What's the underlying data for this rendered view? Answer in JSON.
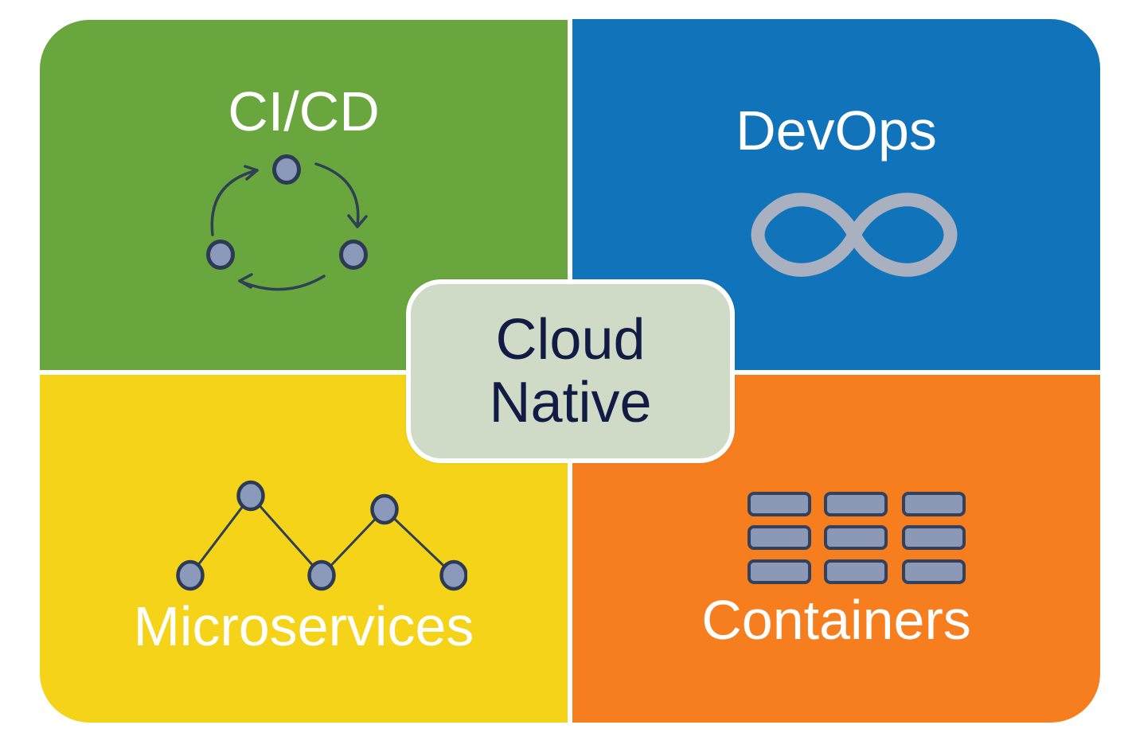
{
  "diagram": {
    "title": "Cloud Native",
    "center_badge": {
      "line1": "Cloud",
      "line2": "Native",
      "background": "#CFDAC7",
      "border_color": "#FFFFFF",
      "text_color": "#121B44"
    },
    "quadrants": [
      {
        "id": "cicd",
        "label": "CI/CD",
        "color": "#69A73E",
        "icon": "cycle-arrows-icon",
        "position": "top-left"
      },
      {
        "id": "devops",
        "label": "DevOps",
        "color": "#1173B9",
        "icon": "infinity-icon",
        "position": "top-right"
      },
      {
        "id": "microservices",
        "label": "Microservices",
        "color": "#F5D319",
        "icon": "network-nodes-icon",
        "position": "bottom-left"
      },
      {
        "id": "containers",
        "label": "Containers",
        "color": "#F67E1F",
        "icon": "container-grid-icon",
        "position": "bottom-right"
      }
    ],
    "icon_colors": {
      "node_fill": "#8B99BB",
      "node_stroke": "#2C3A55",
      "arrow_stroke": "#2E4054",
      "infinity_stroke": "#A9B1C1",
      "container_fill": "#8B99B7",
      "container_stroke": "#33415C"
    },
    "label_color": "#FFFFFF",
    "page_background": "#FFFFFF"
  }
}
